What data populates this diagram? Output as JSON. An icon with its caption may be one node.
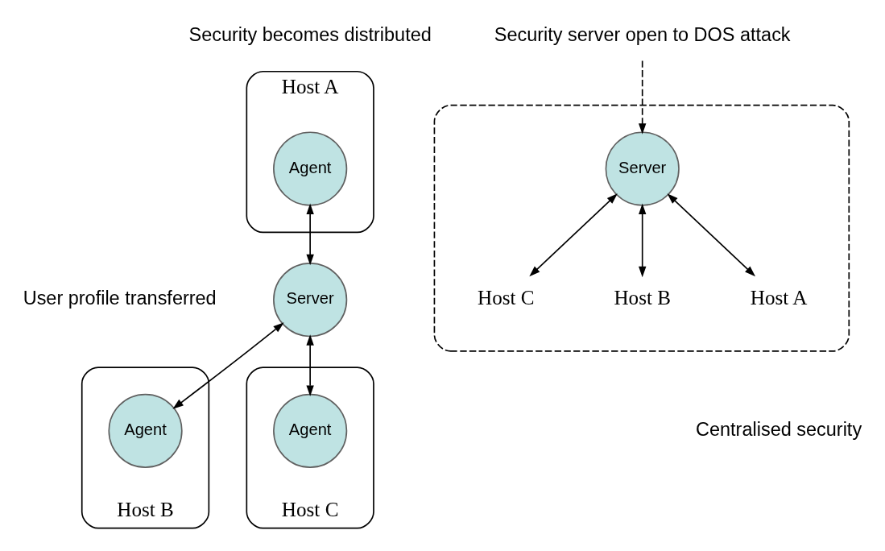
{
  "diagram": {
    "nodes": [
      {
        "text": [
          "Host A"
        ]
      },
      {
        "text": [
          "Agent"
        ],
        "in": 0
      },
      {
        "text": [
          "Server"
        ]
      },
      {
        "text": [
          "Host B"
        ]
      },
      {
        "text": [
          "Agent"
        ],
        "in": 3
      },
      {
        "text": [
          "Host C"
        ]
      },
      {
        "text": [
          "Agent"
        ],
        "in": 5
      },
      {
        "text": [],
        "shape": "cloud"
      },
      {
        "text": [
          "Server"
        ],
        "in": 7
      },
      {
        "text": [
          "Host C"
        ],
        "in": 7
      },
      {
        "text": [
          "Host B"
        ],
        "in": 7
      },
      {
        "text": [
          "Host A"
        ],
        "in": 7
      },
      {
        "text": [
          "Security server open to DOS attack"
        ]
      }
    ],
    "edges": [
      {
        "from": 1,
        "to": 2,
        "arrow": "both"
      },
      {
        "from": 2,
        "to": 4,
        "arrow": "both"
      },
      {
        "from": 2,
        "to": 6,
        "arrow": "both"
      },
      {
        "from": 8,
        "to": 9,
        "arrow": "both"
      },
      {
        "from": 8,
        "to": 10,
        "arrow": "both"
      },
      {
        "from": 8,
        "to": 11,
        "arrow": "both"
      },
      {
        "from": 12,
        "to": 8,
        "arrow": "to",
        "style": "dashed"
      }
    ],
    "labels": [
      "Security becomes distributed",
      "User profile transferred",
      "Centralised security"
    ]
  }
}
